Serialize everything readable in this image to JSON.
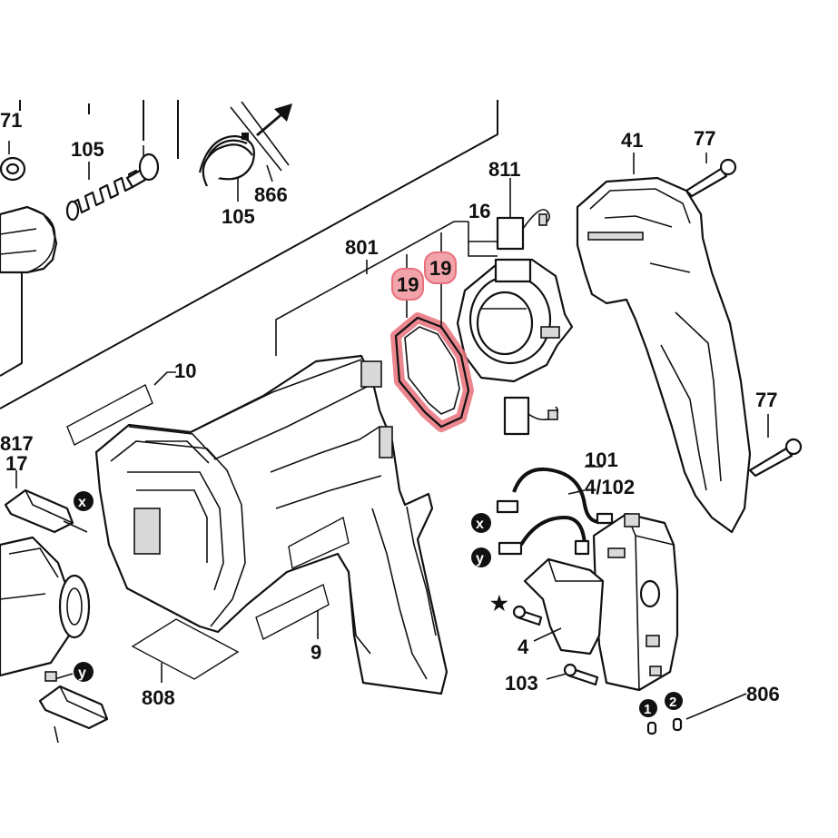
{
  "labels": {
    "p71": "71",
    "p105a": "105",
    "p105b": "105",
    "p866": "866",
    "p811": "811",
    "p16": "16",
    "p801": "801",
    "p19a": "19",
    "p19b": "19",
    "p41": "41",
    "p77a": "77",
    "p77b": "77",
    "p10": "10",
    "p817": "817",
    "p17": "17",
    "p101": "101",
    "p4_102": "4/102",
    "p4": "4",
    "p103": "103",
    "p806": "806",
    "p808": "808",
    "p9": "9"
  },
  "markers": {
    "x": "x",
    "y": "y",
    "one": "1",
    "two": "2",
    "star": "★"
  },
  "colors": {
    "highlight": "#e8707a",
    "highlight_fill": "#f2a4aa",
    "ink": "#111111"
  }
}
